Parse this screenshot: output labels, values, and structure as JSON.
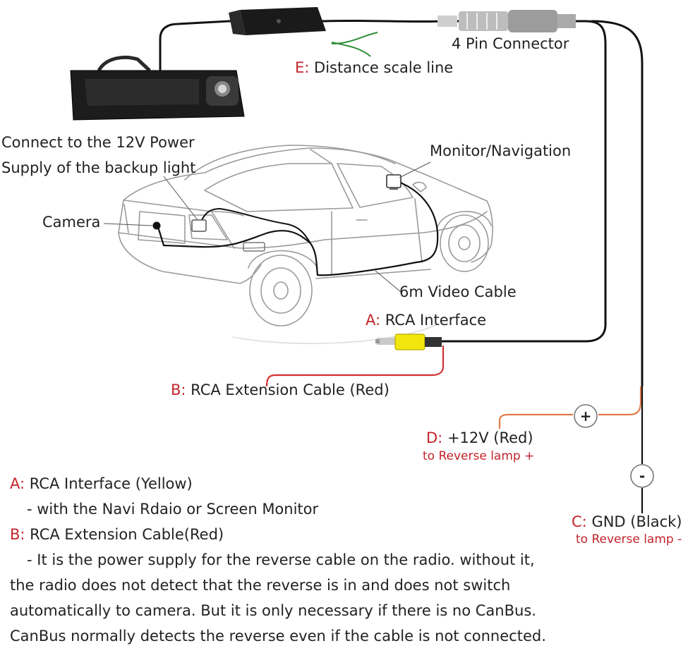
{
  "colors": {
    "cable": "#111111",
    "red_cable": "#d13030",
    "orange_cable": "#e07a48",
    "rca_yellow": "#f2e60e",
    "letter_red": "#c3242b",
    "car_outline": "#9a9a9a",
    "green_wire": "#2f8f3a"
  },
  "labels": {
    "connector": "4 Pin Connector",
    "e_letter": "E:",
    "e_text": "Distance scale line",
    "power_line1": "Connect to the 12V Power",
    "power_line2": "Supply of the backup light",
    "monitor": "Monitor/Navigation",
    "camera": "Camera",
    "video_cable": "6m Video Cable",
    "a_letter": "A:",
    "a_text": "RCA Interface",
    "b_letter": "B:",
    "b_text": "RCA Extension Cable (Red)",
    "d_letter": "D:",
    "d_text": "+12V (Red)",
    "d_sub": "to Reverse lamp +",
    "c_letter": "C:",
    "c_text": "GND (Black)",
    "c_sub": "to Reverse lamp -",
    "plus_symbol": "+",
    "minus_symbol": "-"
  },
  "notes": {
    "a_letter": "A:",
    "a_title": "RCA Interface (Yellow)",
    "a_detail": "- with the Navi Rdaio or Screen Monitor",
    "b_letter": "B:",
    "b_title": "RCA Extension Cable(Red)",
    "b_line1": "- It is the power supply for the reverse cable on the radio. without it,",
    "b_line2": "the radio does not detect that the reverse is in and does not switch",
    "b_line3": "automatically to camera. But it is only necessary if there is no CanBus.",
    "b_line4": "CanBus normally detects the reverse even if the cable is not connected."
  }
}
